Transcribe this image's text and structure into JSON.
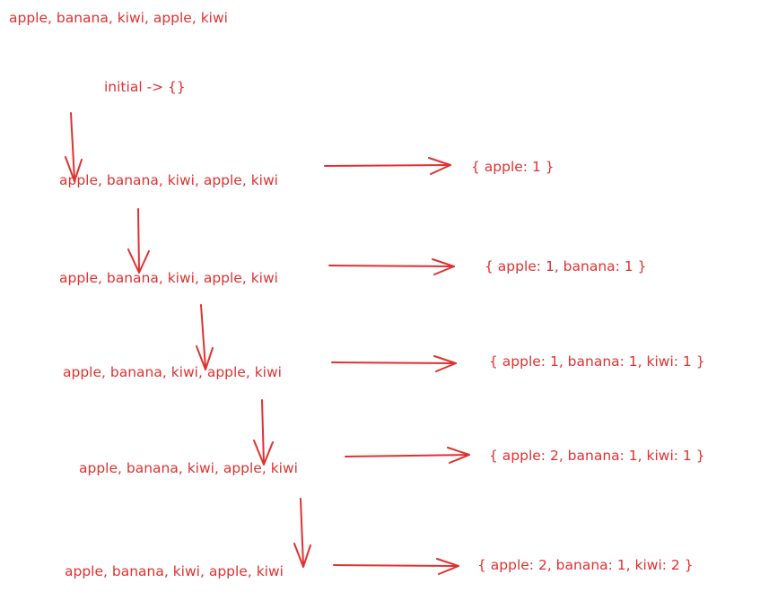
{
  "header": {
    "input_list": "apple, banana, kiwi, apple, kiwi"
  },
  "initial": "initial -> {}",
  "steps": [
    {
      "list": "apple, banana, kiwi, apple, kiwi",
      "result": "{ apple: 1 }"
    },
    {
      "list": "apple, banana, kiwi, apple, kiwi",
      "result": "{ apple: 1, banana: 1 }"
    },
    {
      "list": "apple, banana, kiwi, apple, kiwi",
      "result": "{ apple: 1, banana: 1, kiwi: 1 }"
    },
    {
      "list": "apple, banana, kiwi, apple, kiwi",
      "result": "{ apple: 2, banana: 1, kiwi: 1 }"
    },
    {
      "list": "apple, banana, kiwi, apple, kiwi",
      "result": "{ apple: 2, banana: 1, kiwi: 2 }"
    }
  ],
  "colors": {
    "ink": "#e03131",
    "background": "#ffffff"
  }
}
